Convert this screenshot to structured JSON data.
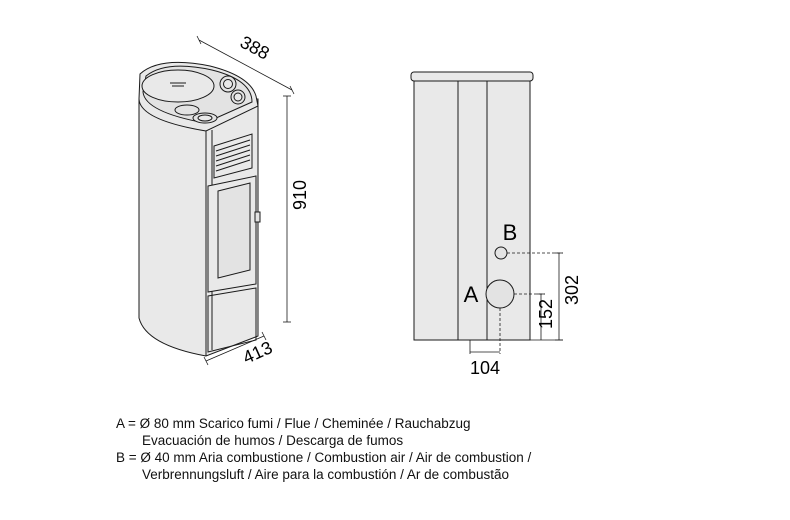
{
  "dimensions": {
    "top_depth": "388",
    "height": "910",
    "base_width": "413",
    "horizontal_offset": "104",
    "height_A": "152",
    "height_B": "302"
  },
  "connections": {
    "a_label": "A",
    "b_label": "B"
  },
  "legend": {
    "line1": "A = Ø 80 mm  Scarico fumi / Flue / Cheminée / Rauchabzug",
    "line2": "Evacuación de humos / Descarga de fumos",
    "line3": "B = Ø 40 mm  Aria combustione / Combustion air / Air de combustion /",
    "line4": "Verbrennungsluft / Aire para la combustión / Ar de combustão"
  },
  "colors": {
    "fill": "#e9e9e9",
    "stroke": "#1a1a1a"
  }
}
